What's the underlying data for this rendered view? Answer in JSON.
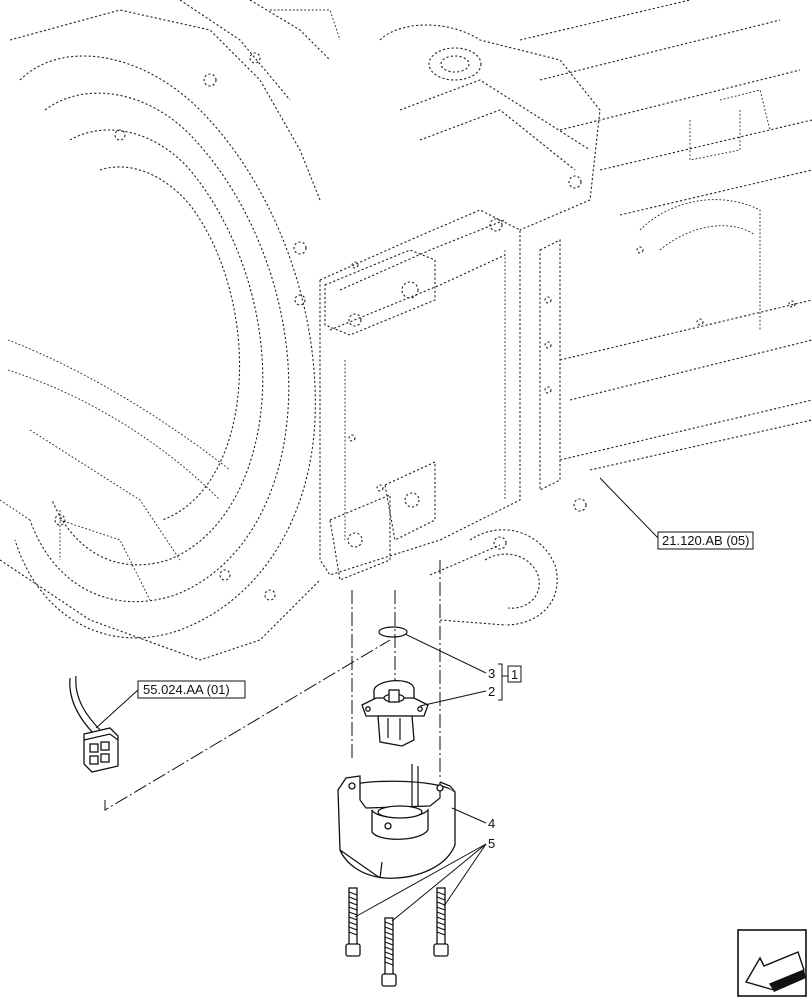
{
  "callouts": {
    "ref_frame": "21.120.AB (05)",
    "ref_harness": "55.024.AA (01)"
  },
  "parts": [
    {
      "number": "3",
      "group": "1"
    },
    {
      "number": "2"
    },
    {
      "number": "4"
    },
    {
      "number": "5"
    }
  ],
  "icons": {
    "nav": "next-page-arrow-icon"
  }
}
